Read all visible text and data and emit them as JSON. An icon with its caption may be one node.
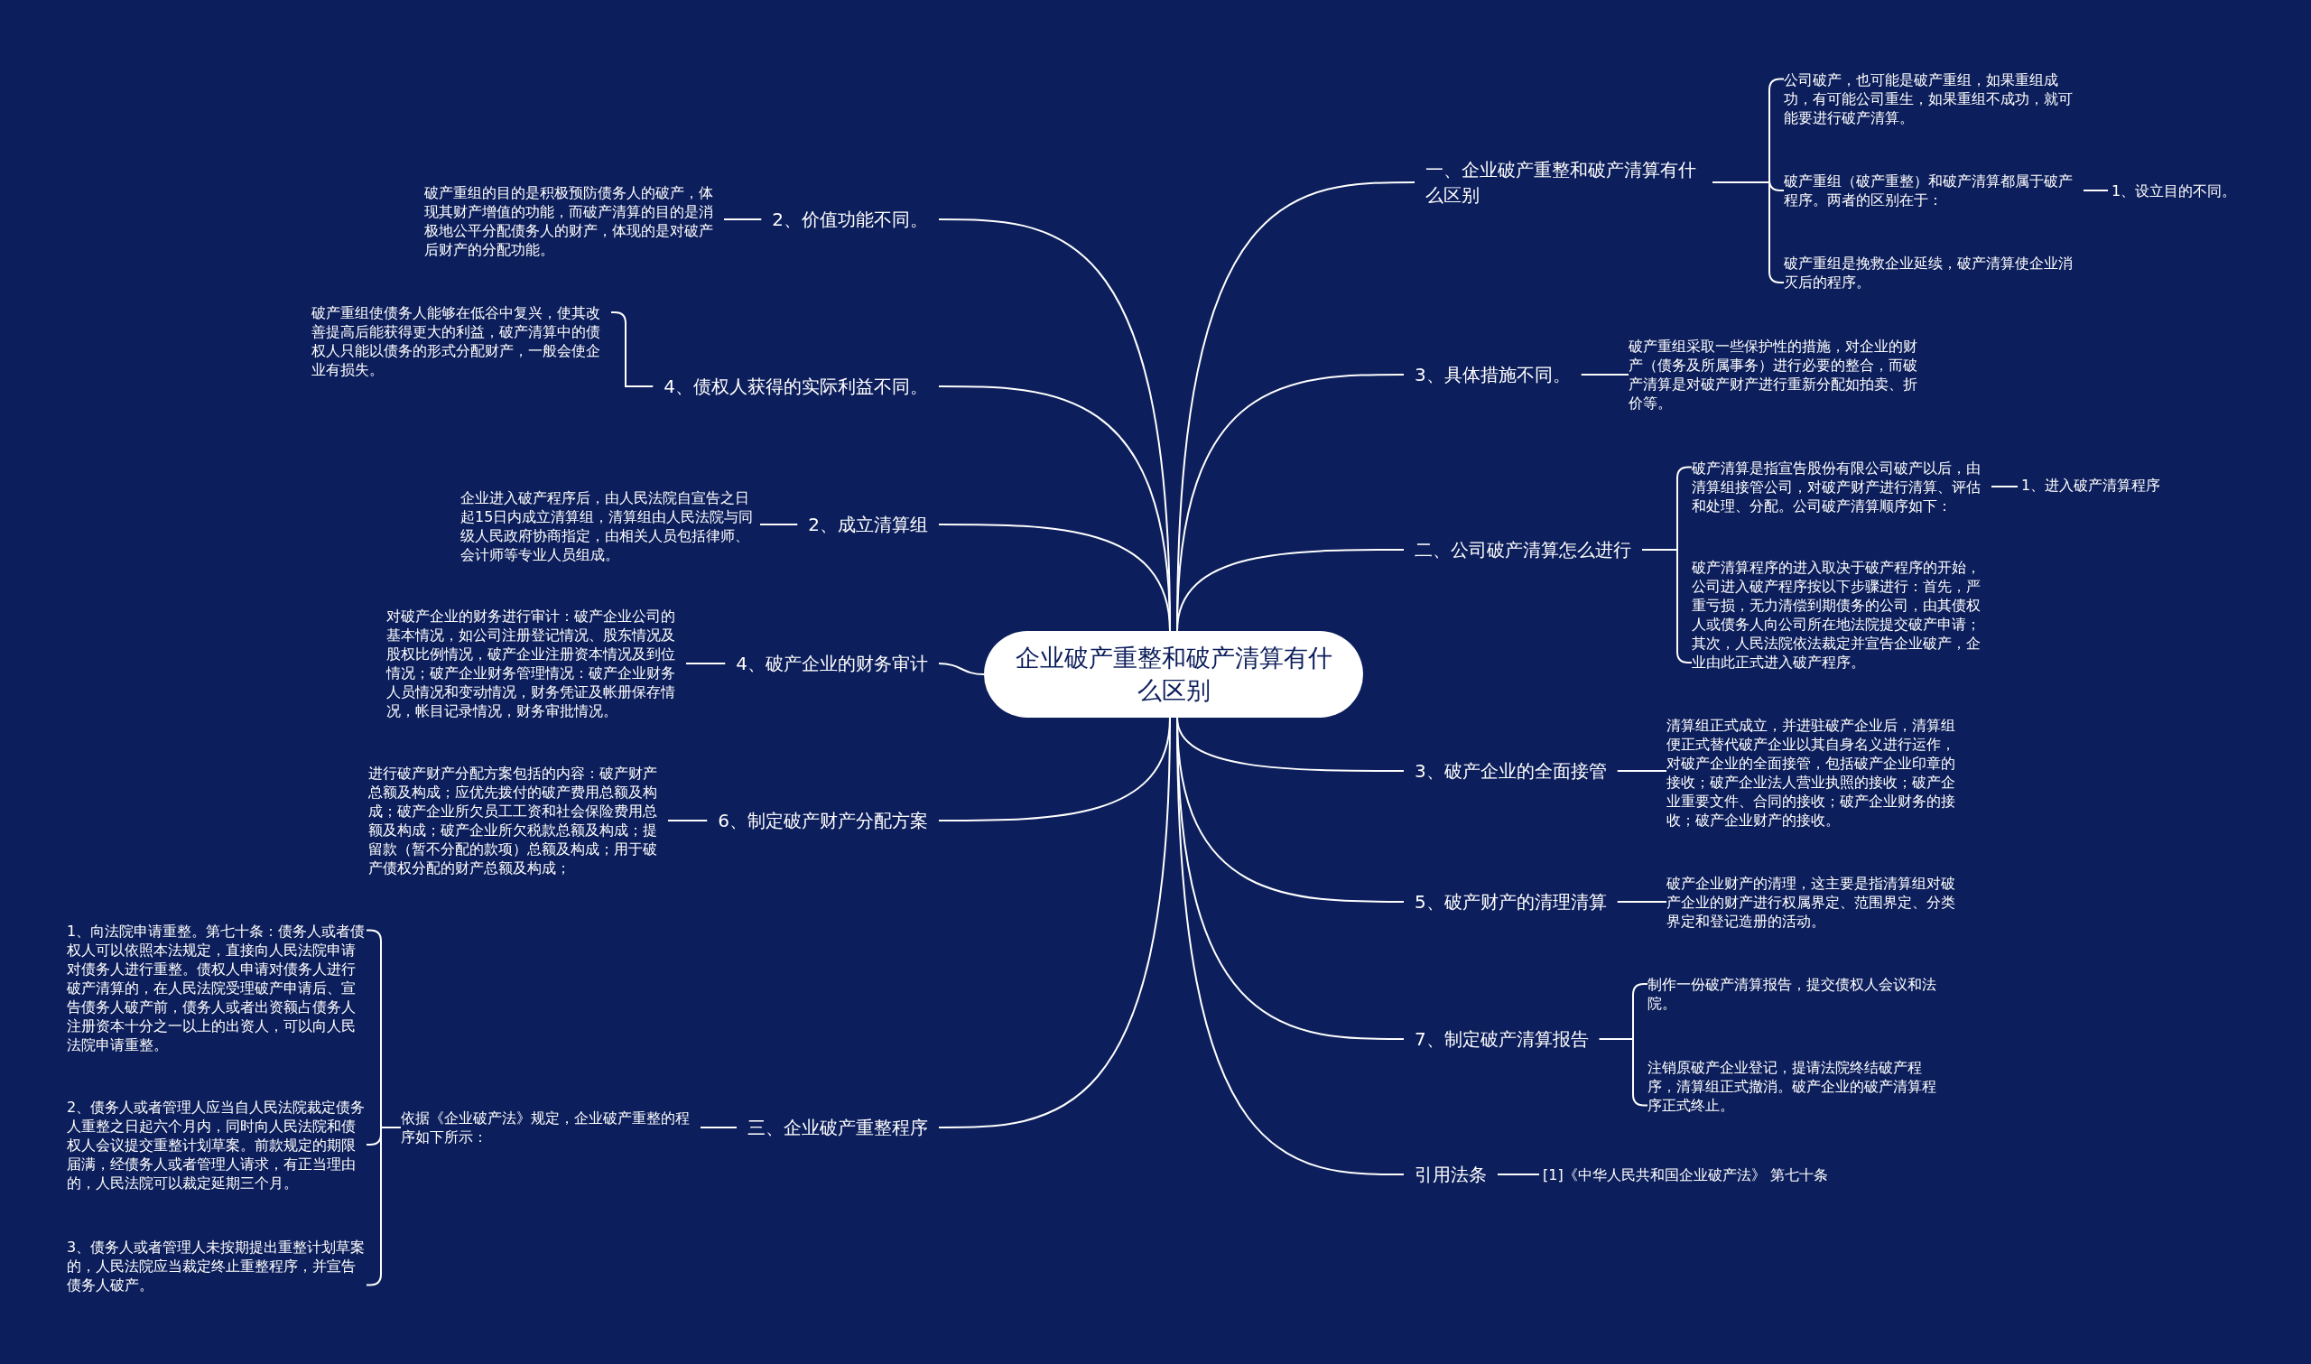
{
  "diagram": {
    "nodes": [
      {
        "text": [
          "企业破产重整和破产清算有什么区别"
        ]
      },
      {
        "text": [
          "2、价值功能不同。"
        ]
      },
      {
        "text": [
          "破产重组的目的是积极预防债务人的破产，体现其财产增值的功能，而破产清算的目的是消极地公平分配债务人的财产，体现的是对破产后财产的分配功能。"
        ]
      },
      {
        "text": [
          "4、债权人获得的实际利益不同。"
        ]
      },
      {
        "text": [
          "破产重组使债务人能够在低谷中复兴，使其改善提高后能获得更大的利益，破产清算中的债权人只能以债务的形式分配财产，一般会使企业有损失。"
        ]
      },
      {
        "text": [
          "2、成立清算组"
        ]
      },
      {
        "text": [
          "企业进入破产程序后，由人民法院自宣告之日起15日内成立清算组，清算组由人民法院与同级人民政府协商指定，由相关人员包括律师、会计师等专业人员组成。"
        ]
      },
      {
        "text": [
          "4、破产企业的财务审计"
        ]
      },
      {
        "text": [
          "对破产企业的财务进行审计：破产企业公司的基本情况，如公司注册登记情况、股东情况及股权比例情况，破产企业注册资本情况及到位情况；破产企业财务管理情况：破产企业财务人员情况和变动情况，财务凭证及帐册保存情况，帐目记录情况，财务审批情况。"
        ]
      },
      {
        "text": [
          "6、制定破产财产分配方案"
        ]
      },
      {
        "text": [
          "进行破产财产分配方案包括的内容：破产财产总额及构成；应优先拨付的破产费用总额及构成；破产企业所欠员工工资和社会保险费用总额及构成；破产企业所欠税款总额及构成；提留款（暂不分配的款项）总额及构成；用于破产债权分配的财产总额及构成；"
        ]
      },
      {
        "text": [
          "三、企业破产重整程序"
        ]
      },
      {
        "text": [
          "依据《企业破产法》规定，企业破产重整的程序如下所示："
        ]
      },
      {
        "text": [
          "1、向法院申请重整。第七十条：债务人或者债权人可以依照本法规定，直接向人民法院申请对债务人进行重整。债权人申请对债务人进行破产清算的，在人民法院受理破产申请后、宣告债务人破产前，债务人或者出资额占债务人注册资本十分之一以上的出资人，可以向人民法院申请重整。"
        ]
      },
      {
        "text": [
          "2、债务人或者管理人应当自人民法院裁定债务人重整之日起六个月内，同时向人民法院和债权人会议提交重整计划草案。前款规定的期限届满，经债务人或者管理人请求，有正当理由的，人民法院可以裁定延期三个月。"
        ]
      },
      {
        "text": [
          "3、债务人或者管理人未按期提出重整计划草案的，人民法院应当裁定终止重整程序，并宣告债务人破产。"
        ]
      },
      {
        "text": [
          "一、企业破产重整和破产清算有什么区别"
        ]
      },
      {
        "text": [
          "公司破产，也可能是破产重组，如果重组成功，有可能公司重生，如果重组不成功，就可能要进行破产清算。"
        ]
      },
      {
        "text": [
          "破产重组（破产重整）和破产清算都属于破产程序。两者的区别在于："
        ]
      },
      {
        "text": [
          "1、设立目的不同。"
        ]
      },
      {
        "text": [
          "破产重组是挽救企业延续，破产清算使企业消灭后的程序。"
        ]
      },
      {
        "text": [
          "3、具体措施不同。"
        ]
      },
      {
        "text": [
          "破产重组采取一些保护性的措施，对企业的财产（债务及所属事务）进行必要的整合，而破产清算是对破产财产进行重新分配如拍卖、折价等。"
        ]
      },
      {
        "text": [
          "二、公司破产清算怎么进行"
        ]
      },
      {
        "text": [
          "破产清算是指宣告股份有限公司破产以后，由清算组接管公司，对破产财产进行清算、评估和处理、分配。公司破产清算顺序如下："
        ]
      },
      {
        "text": [
          "1、进入破产清算程序"
        ]
      },
      {
        "text": [
          "破产清算程序的进入取决于破产程序的开始，公司进入破产程序按以下步骤进行：首先，严重亏损，无力清偿到期债务的公司，由其债权人或债务人向公司所在地法院提交破产申请；其次，人民法院依法裁定并宣告企业破产，企业由此正式进入破产程序。"
        ]
      },
      {
        "text": [
          "3、破产企业的全面接管"
        ]
      },
      {
        "text": [
          "清算组正式成立，并进驻破产企业后，清算组便正式替代破产企业以其自身名义进行运作，对破产企业的全面接管，包括破产企业印章的接收；破产企业法人营业执照的接收；破产企业重要文件、合同的接收；破产企业财务的接收；破产企业财产的接收。"
        ]
      },
      {
        "text": [
          "5、破产财产的清理清算"
        ]
      },
      {
        "text": [
          "破产企业财产的清理，这主要是指清算组对破产企业的财产进行权属界定、范围界定、分类界定和登记造册的活动。"
        ]
      },
      {
        "text": [
          "7、制定破产清算报告"
        ]
      },
      {
        "text": [
          "制作一份破产清算报告，提交债权人会议和法院。"
        ]
      },
      {
        "text": [
          "注销原破产企业登记，提请法院终结破产程序，清算组正式撤消。破产企业的破产清算程序正式终止。"
        ]
      },
      {
        "text": [
          "引用法条"
        ]
      },
      {
        "text": [
          "[1]《中华人民共和国企业破产法》 第七十条"
        ]
      }
    ],
    "edges": [
      {
        "from": 0,
        "to": 1,
        "arrow": "none"
      },
      {
        "from": 1,
        "to": 2,
        "arrow": "none"
      },
      {
        "from": 0,
        "to": 3,
        "arrow": "none"
      },
      {
        "from": 3,
        "to": 4,
        "arrow": "none"
      },
      {
        "from": 0,
        "to": 5,
        "arrow": "none"
      },
      {
        "from": 5,
        "to": 6,
        "arrow": "none"
      },
      {
        "from": 0,
        "to": 7,
        "arrow": "none"
      },
      {
        "from": 7,
        "to": 8,
        "arrow": "none"
      },
      {
        "from": 0,
        "to": 9,
        "arrow": "none"
      },
      {
        "from": 9,
        "to": 10,
        "arrow": "none"
      },
      {
        "from": 0,
        "to": 11,
        "arrow": "none"
      },
      {
        "from": 11,
        "to": 12,
        "arrow": "none"
      },
      {
        "from": 12,
        "to": 13,
        "arrow": "none"
      },
      {
        "from": 12,
        "to": 14,
        "arrow": "none"
      },
      {
        "from": 12,
        "to": 15,
        "arrow": "none"
      },
      {
        "from": 0,
        "to": 16,
        "arrow": "none"
      },
      {
        "from": 16,
        "to": 17,
        "arrow": "none"
      },
      {
        "from": 16,
        "to": 18,
        "arrow": "none"
      },
      {
        "from": 18,
        "to": 19,
        "arrow": "none"
      },
      {
        "from": 16,
        "to": 20,
        "arrow": "none"
      },
      {
        "from": 0,
        "to": 21,
        "arrow": "none"
      },
      {
        "from": 21,
        "to": 22,
        "arrow": "none"
      },
      {
        "from": 0,
        "to": 23,
        "arrow": "none"
      },
      {
        "from": 23,
        "to": 24,
        "arrow": "none"
      },
      {
        "from": 24,
        "to": 25,
        "arrow": "none"
      },
      {
        "from": 23,
        "to": 26,
        "arrow": "none"
      },
      {
        "from": 0,
        "to": 27,
        "arrow": "none"
      },
      {
        "from": 27,
        "to": 28,
        "arrow": "none"
      },
      {
        "from": 0,
        "to": 29,
        "arrow": "none"
      },
      {
        "from": 29,
        "to": 30,
        "arrow": "none"
      },
      {
        "from": 0,
        "to": 31,
        "arrow": "none"
      },
      {
        "from": 31,
        "to": 32,
        "arrow": "none"
      },
      {
        "from": 31,
        "to": 33,
        "arrow": "none"
      },
      {
        "from": 0,
        "to": 34,
        "arrow": "none"
      },
      {
        "from": 34,
        "to": 35,
        "arrow": "none"
      }
    ]
  }
}
